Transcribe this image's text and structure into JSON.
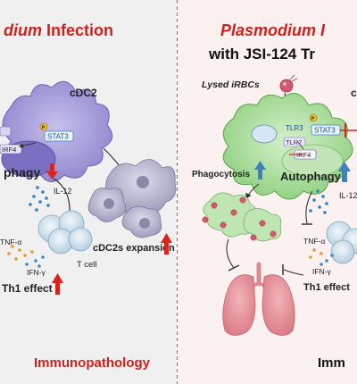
{
  "left": {
    "title_italic": "dium",
    "title_rest": " Infection",
    "cell_label": "cDC2",
    "stat3": "STAT3",
    "irf4": "IRF4",
    "autophagy": "phagy",
    "il12": "IL-12",
    "expansion": "cDC2s expansion",
    "tnf": "TNF-α",
    "ifn": "IFN-γ",
    "tcell": "T cell",
    "th1": "Th1 effect",
    "footer": "Immunopathology"
  },
  "right": {
    "title_italic": "Plasmodium I",
    "title2": "with JSI-124 Tr",
    "lysed": "Lysed iRBCs",
    "tlr3": "TLR3",
    "tlr7": "TLR7",
    "stat3": "STAT3",
    "irf4": "IRF4",
    "autophagy": "Autophagy",
    "phagocytosis": "Phagocytosis",
    "il12": "IL-12",
    "tnf": "TNF-α",
    "ifn": "IFN-γ",
    "th1": "Th1 effect",
    "footer": "Imm",
    "cell_label_partial": "c"
  },
  "colors": {
    "title_red": "#d0201c",
    "left_bg": "#f0f0f0",
    "right_bg": "#fbf1f1",
    "dc_purple": "#9b93d4",
    "dc_green": "#a8dc9a",
    "arrow_red": "#d8231f",
    "arrow_blue": "#3e7fc6",
    "lung": "#e48e96"
  }
}
